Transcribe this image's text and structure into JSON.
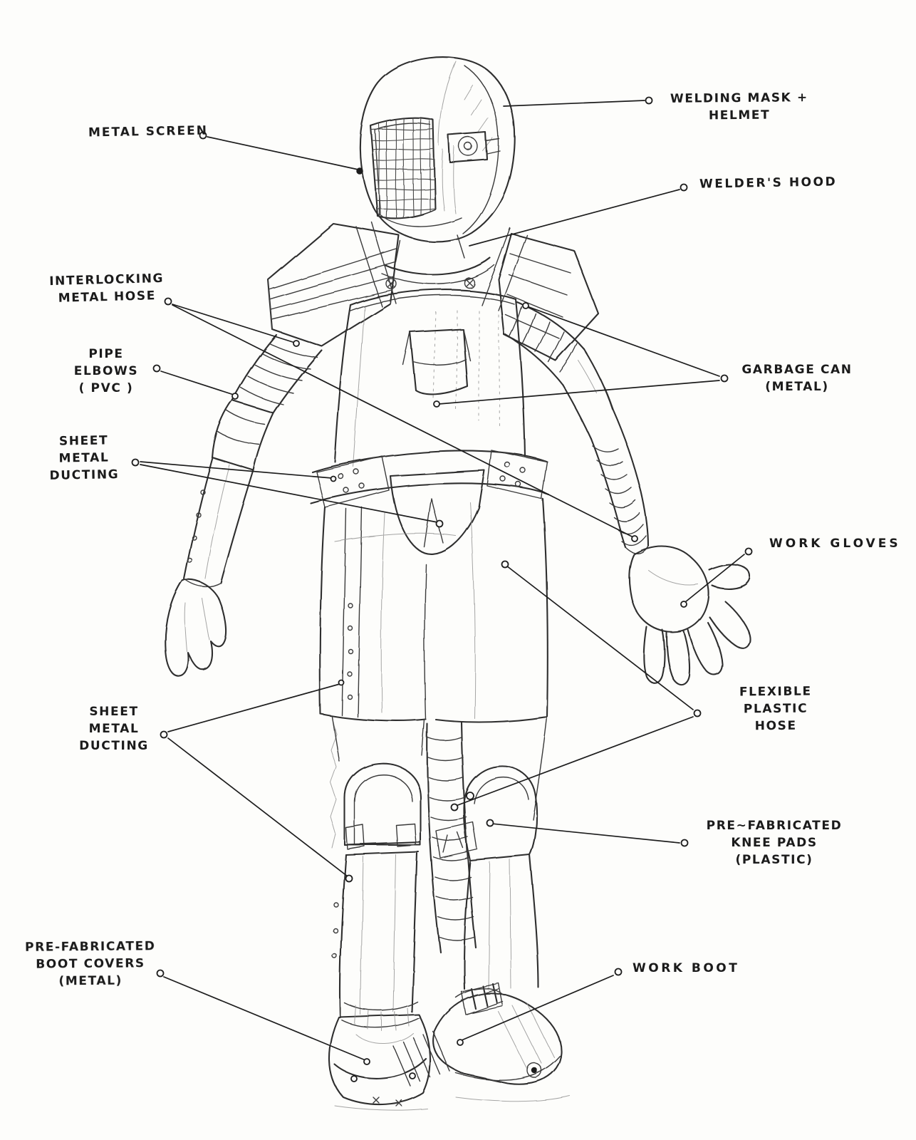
{
  "diagram": {
    "subject": "hand-drawn costume design sketch of a robot suit built from hardware-store parts, with annotated part call-outs",
    "colors": {
      "paper": "#fdfdfb",
      "ink": "#1d1d1d",
      "pencil": "#3a3a3a"
    },
    "annotations": [
      {
        "id": "welding-mask-helmet",
        "text": "WELDING MASK +\nHELMET"
      },
      {
        "id": "metal-screen",
        "text": "METAL SCREEN"
      },
      {
        "id": "welders-hood",
        "text": "WELDER'S HOOD"
      },
      {
        "id": "interlocking-metal-hose",
        "text": "INTERLOCKING\nMETAL HOSE"
      },
      {
        "id": "pipe-elbows-pvc",
        "text": "PIPE ELBOWS\n( PVC )"
      },
      {
        "id": "garbage-can-metal",
        "text": "GARBAGE CAN\n(METAL)"
      },
      {
        "id": "sheet-metal-ducting-upper",
        "text": "SHEET\nMETAL\nDUCTING"
      },
      {
        "id": "work-gloves",
        "text": "WORK GLOVES"
      },
      {
        "id": "flexible-plastic-hose",
        "text": "FLEXIBLE PLASTIC\nHOSE"
      },
      {
        "id": "sheet-metal-ducting-lower",
        "text": "SHEET\nMETAL\nDUCTING"
      },
      {
        "id": "knee-pads-plastic",
        "text": "PRE~FABRICATED\nKNEE PADS\n(PLASTIC)"
      },
      {
        "id": "boot-covers-metal",
        "text": "PRE-FABRICATED\nBOOT COVERS\n(METAL)"
      },
      {
        "id": "work-boot",
        "text": "WORK BOOT"
      }
    ]
  }
}
